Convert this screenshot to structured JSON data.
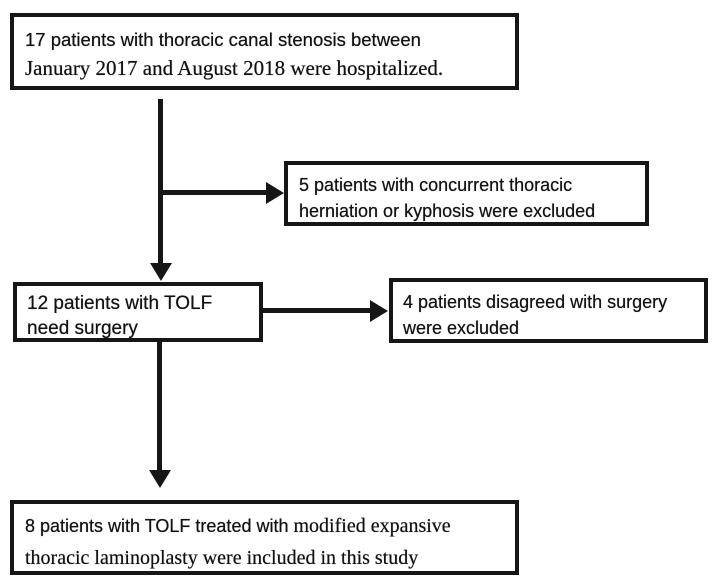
{
  "colors": {
    "line": "#161616",
    "background": "#ffffff",
    "box_fill": "#ffffff"
  },
  "flowchart": {
    "boxes": {
      "hospitalized": {
        "line1": "17 patients with thoracic canal stenosis between",
        "line2": "January 2017 and August 2018 were hospitalized."
      },
      "excluded_herniation": {
        "line1": "5 patients with concurrent thoracic",
        "line2": "herniation or kyphosis were excluded"
      },
      "need_surgery": {
        "line1": "12 patients with TOLF",
        "line2": "need surgery"
      },
      "excluded_disagreed": {
        "line1": "4 patients disagreed with surgery",
        "line2": "were excluded"
      },
      "included": {
        "line1_sans": "8 patients with TOLF treated with ",
        "line1_serif": "modified expansive",
        "line2": "thoracic laminoplasty were included in this study"
      }
    }
  }
}
